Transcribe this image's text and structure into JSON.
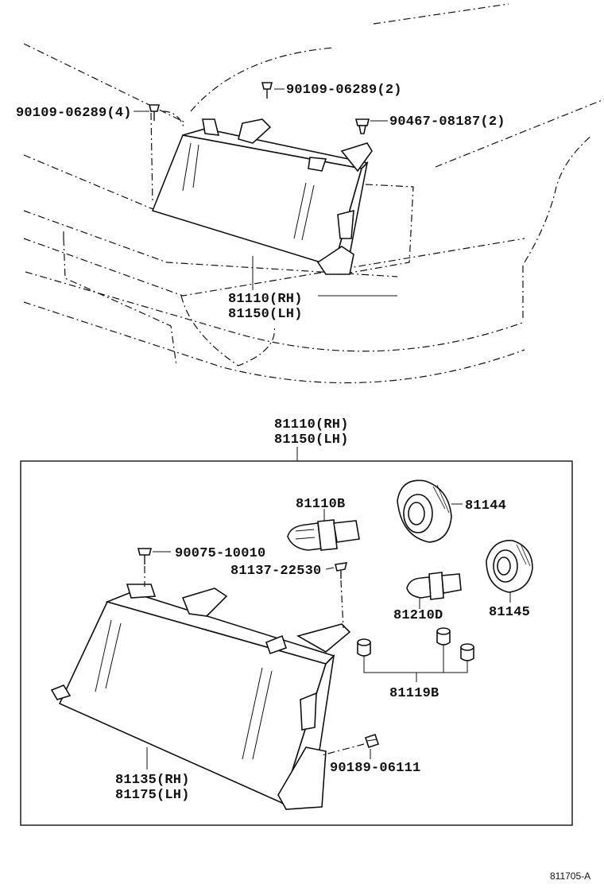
{
  "diagram": {
    "labels": {
      "bolt_left": "90109-06289(4)",
      "bolt_top": "90109-06289(2)",
      "clip_right": "90467-08187(2)",
      "top_assy_rh": "81110(RH)",
      "top_assy_lh": "81150(LH)",
      "box_assy_rh": "81110(RH)",
      "box_assy_lh": "81150(LH)",
      "bulb_b": "81110B",
      "socket_cover_1": "81144",
      "screw": "90075-10010",
      "clip_small": "81137-22530",
      "bulb_d": "81210D",
      "socket_cover_2": "81145",
      "grommet": "81119B",
      "housing_rh": "81135(RH)",
      "housing_lh": "81175(LH)",
      "nut": "90189-06111",
      "figure_code": "811705-A"
    }
  }
}
